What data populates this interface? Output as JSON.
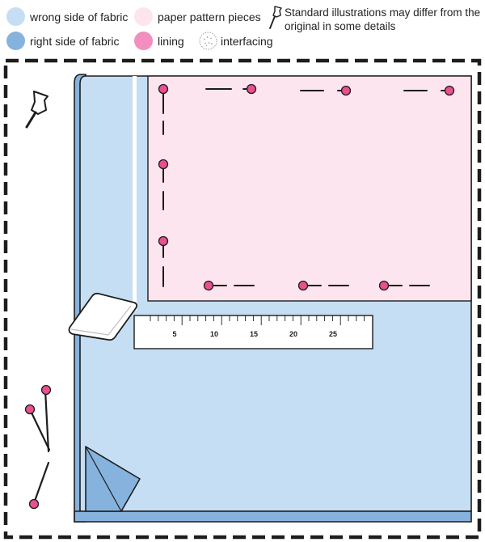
{
  "legend": {
    "wrong_side": {
      "label": "wrong side of fabric",
      "color": "#c5def3"
    },
    "right_side": {
      "label": "right side of fabric",
      "color": "#86b2de"
    },
    "paper_pattern": {
      "label": "paper pattern pieces",
      "color": "#fde5ef"
    },
    "lining": {
      "label": "lining",
      "color": "#f28ec0"
    },
    "interfacing": {
      "label": "interfacing",
      "color": "#ffffff"
    }
  },
  "note": {
    "line1": "Standard illustrations may differ from the",
    "line2": "original in some details",
    "icon": "pushpin-icon"
  },
  "ruler": {
    "labels": [
      "5",
      "10",
      "15",
      "20",
      "25"
    ]
  },
  "colors": {
    "pin_head": "#e8508f",
    "outline": "#1d1d1b"
  }
}
